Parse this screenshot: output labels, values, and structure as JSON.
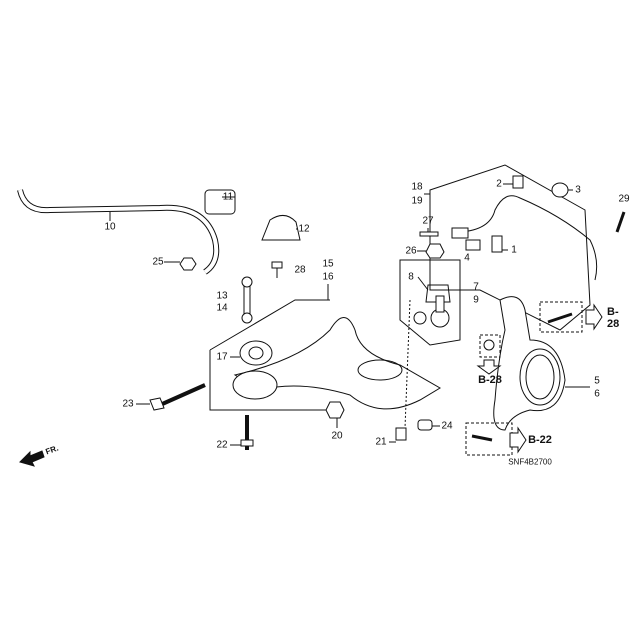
{
  "diagram": {
    "code": "SNF4B2700",
    "direction": "FR.",
    "refs": [
      "B-28",
      "B-28",
      "B-22"
    ],
    "parts": {
      "p1": "1",
      "p2": "2",
      "p3": "3",
      "p4": "4",
      "p5": "5",
      "p6": "6",
      "p7": "7",
      "p8": "8",
      "p9": "9",
      "p10": "10",
      "p11": "11",
      "p12": "12",
      "p13": "13",
      "p14": "14",
      "p15": "15",
      "p16": "16",
      "p17": "17",
      "p18": "18",
      "p19": "19",
      "p20": "20",
      "p21": "21",
      "p22": "22",
      "p23": "23",
      "p24": "24",
      "p25": "25",
      "p26": "26",
      "p27": "27",
      "p28": "28",
      "p29": "29"
    }
  }
}
